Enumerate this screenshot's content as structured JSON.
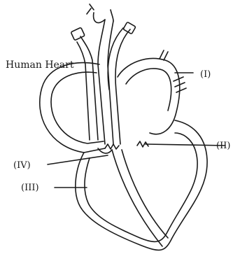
{
  "diagram": {
    "title": "Human Heart",
    "labels": {
      "i": "(I)",
      "ii": "(II)",
      "iii": "(III)",
      "iv": "(IV)"
    },
    "colors": {
      "ink": "#1a1a1a",
      "background": "#ffffff"
    }
  }
}
